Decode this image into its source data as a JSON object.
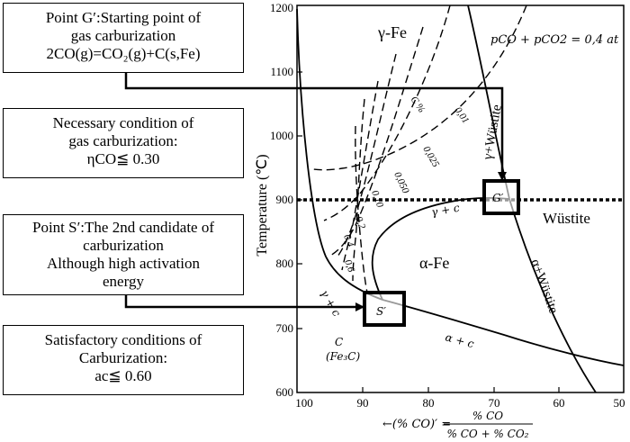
{
  "boxes": {
    "g_prime": {
      "line1": "Point G′:Starting point of",
      "line2": "gas carburization",
      "line3": "2CO(g)=CO₂(g)+C(s,Fe)"
    },
    "necessary": {
      "line1": "Necessary condition of",
      "line2": "gas carburization:",
      "line3": "ηCO≦ 0.30"
    },
    "s_prime": {
      "line1": "Point S′:The 2nd candidate of",
      "line2": "carburization",
      "line3": "Although high activation",
      "line4": "energy"
    },
    "satisfactory": {
      "line1": "Satisfactory conditions of",
      "line2": "Carburization:",
      "line3": "ac≦ 0.60"
    }
  },
  "diagram": {
    "y_axis_label": "Temperature (℃)",
    "y_ticks": [
      "1200",
      "1100",
      "1000",
      "900",
      "800",
      "700",
      "600"
    ],
    "x_ticks": [
      "100",
      "90",
      "80",
      "70",
      "60",
      "50"
    ],
    "x_axis_label_left": "←(% CO)′ =",
    "x_axis_fraction_num": "% CO",
    "x_axis_fraction_den": "% CO + % CO₂",
    "pressure_note": "pͨCO + pͨCO₂ = 0,4 at",
    "pressure_note_plain": "pCO + pCO2 = 0,4 at",
    "regions": {
      "gamma_fe": "γ-Fe",
      "alpha_fe": "α-Fe",
      "wustite": "Wüstite",
      "gamma_wustite": "γ+Wüstite",
      "alpha_wustite": "α+Wüstite",
      "gamma_c": "γ + c",
      "gamma_c_left": "γ + c",
      "alpha_c": "α + c",
      "cementite_c": "C",
      "cementite_fe3c": "(Fe₃C)",
      "c_percent": "C %"
    },
    "carbon_labels": [
      "0,01",
      "0,025",
      "0,050",
      "0,10",
      "0,2",
      "0,4",
      "0,6"
    ],
    "points": {
      "g": "G′",
      "s": "S′"
    }
  }
}
